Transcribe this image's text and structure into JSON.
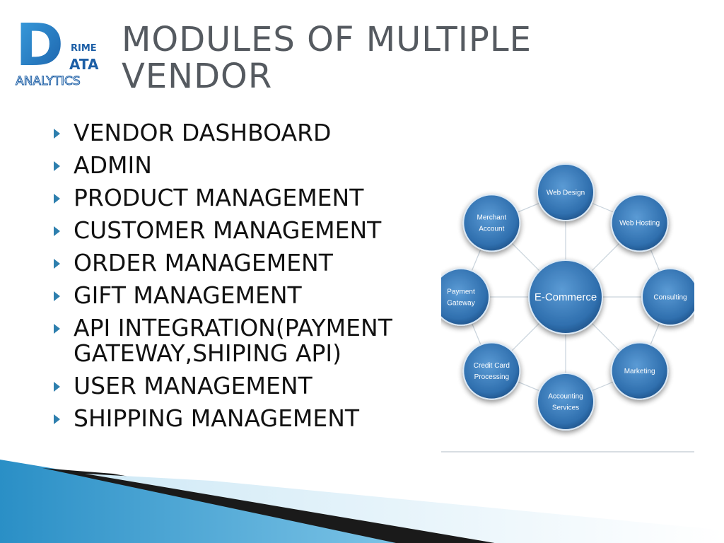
{
  "logo": {
    "letter": "D",
    "word_top": "RIME",
    "word_mid": "ATA",
    "word_bottom": "ANALYTICS"
  },
  "title": {
    "line1": "MODULES OF MULTIPLE",
    "line2": "VENDOR"
  },
  "bullets": [
    "VENDOR DASHBOARD",
    "ADMIN",
    "PRODUCT MANAGEMENT",
    "CUSTOMER MANAGEMENT",
    "ORDER MANAGEMENT",
    "GIFT MANAGEMENT",
    "API INTEGRATION(PAYMENT GATEWAY,SHIPING API)",
    "USER MANAGEMENT",
    "SHIPPING MANAGEMENT"
  ],
  "diagram": {
    "center": "E-Commerce",
    "nodes": [
      {
        "line1": "Web Design",
        "line2": ""
      },
      {
        "line1": "Web Hosting",
        "line2": ""
      },
      {
        "line1": "Consulting",
        "line2": ""
      },
      {
        "line1": "Marketing",
        "line2": ""
      },
      {
        "line1": "Accounting",
        "line2": "Services"
      },
      {
        "line1": "Credit Card",
        "line2": "Processing"
      },
      {
        "line1": "Payment",
        "line2": "Gateway"
      },
      {
        "line1": "Merchant",
        "line2": "Account"
      }
    ]
  },
  "colors": {
    "accent": "#2e7fae",
    "title": "#555a60",
    "node": "#2f6fae"
  }
}
